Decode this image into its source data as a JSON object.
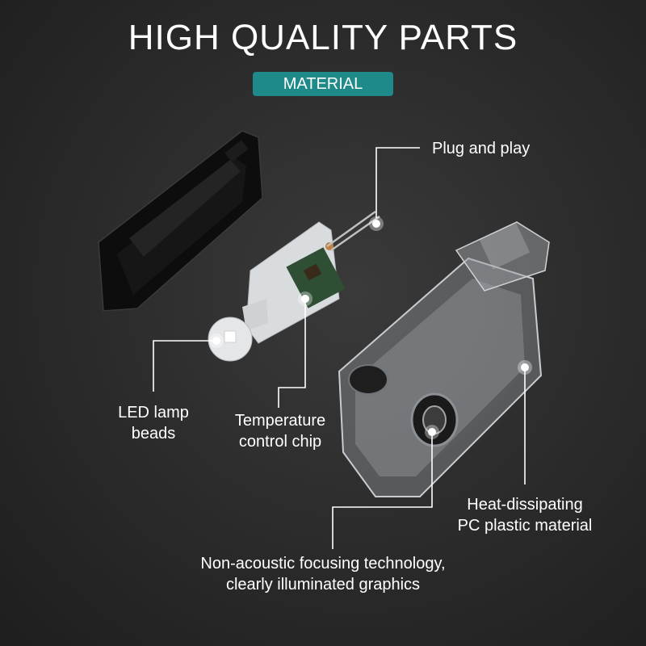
{
  "header": {
    "title": "HIGH QUALITY PARTS",
    "badge": "MATERIAL"
  },
  "callouts": {
    "plug": "Plug and play",
    "led_line1": "LED lamp",
    "led_line2": "beads",
    "chip_line1": "Temperature",
    "chip_line2": "control chip",
    "shell_line1": "Heat-dissipating",
    "shell_line2": "PC plastic material",
    "lens_line1": "Non-acoustic focusing technology,",
    "lens_line2": "clearly illuminated graphics"
  },
  "colors": {
    "badge": "#1f8a8a",
    "background": "#2b2b2b",
    "text": "#ffffff"
  }
}
